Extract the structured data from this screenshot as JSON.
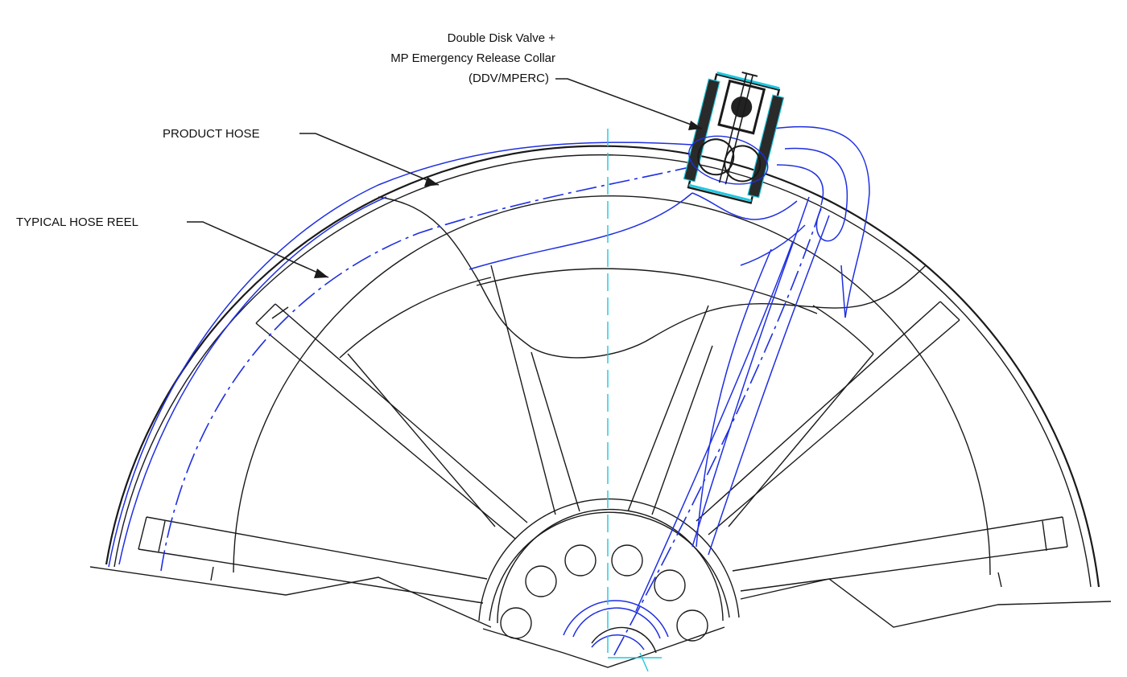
{
  "labels": {
    "valve_line1": "Double Disk Valve +",
    "valve_line2": "MP Emergency Release Collar",
    "valve_line3": "(DDV/MPERC)",
    "product_hose": "PRODUCT HOSE",
    "hose_reel": "TYPICAL HOSE REEL"
  },
  "colors": {
    "reel_lines": "#1a1a1a",
    "hose_lines": "#1f2fe0",
    "centerline": "#1ec8e0"
  }
}
